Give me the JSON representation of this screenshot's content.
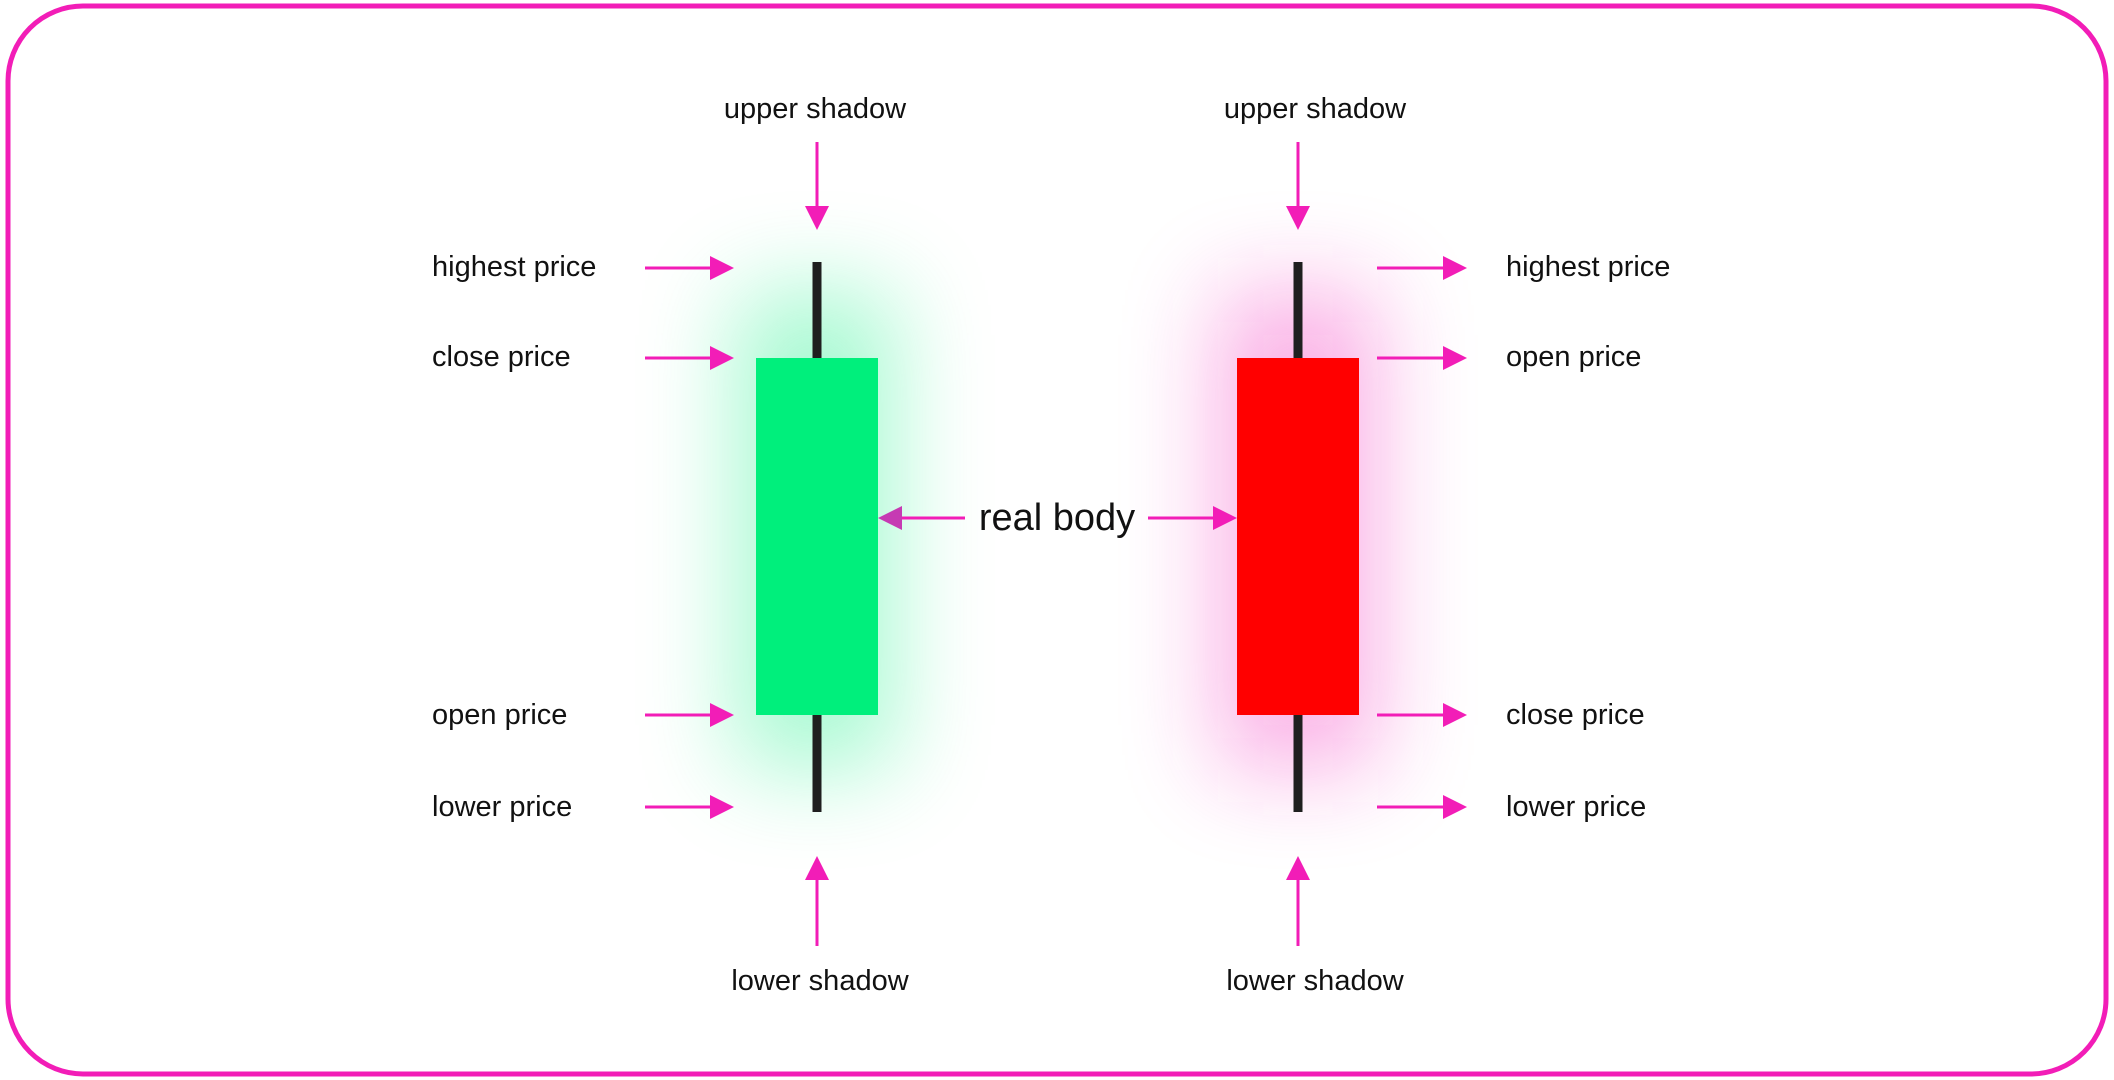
{
  "colors": {
    "border": "#f21db7",
    "arrow": "#f21db7",
    "arrow_center_left": "#c63ab3",
    "bullish_body": "#00ef7c",
    "bearish_body": "#ff0000",
    "wick": "#1f1f1f",
    "bullish_glow": "#00ef7c",
    "bearish_glow": "#f21db7",
    "text": "#111111"
  },
  "center_label": "real body",
  "bullish_candle": {
    "upper_shadow_label": "upper shadow",
    "lower_shadow_label": "lower shadow",
    "labels": {
      "highest": "highest price",
      "close": "close price",
      "open": "open price",
      "lower": "lower price"
    }
  },
  "bearish_candle": {
    "upper_shadow_label": "upper shadow",
    "lower_shadow_label": "lower shadow",
    "labels": {
      "highest": "highest price",
      "open": "open price",
      "close": "close price",
      "lower": "lower price"
    }
  }
}
